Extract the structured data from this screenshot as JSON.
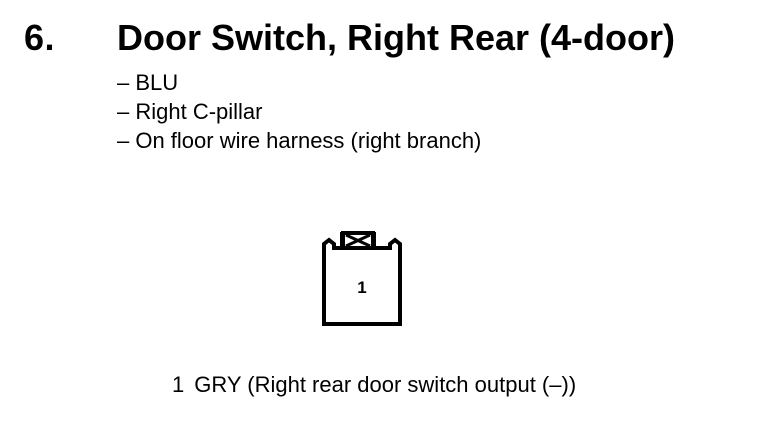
{
  "section": {
    "number": "6.",
    "title": "Door Switch, Right Rear (4-door)"
  },
  "details": [
    "– BLU",
    "– Right C-pillar",
    "– On floor wire harness (right branch)"
  ],
  "connector": {
    "pin_label": "1"
  },
  "pins": [
    {
      "number": "1",
      "description": "GRY (Right rear door switch output (–))"
    }
  ]
}
